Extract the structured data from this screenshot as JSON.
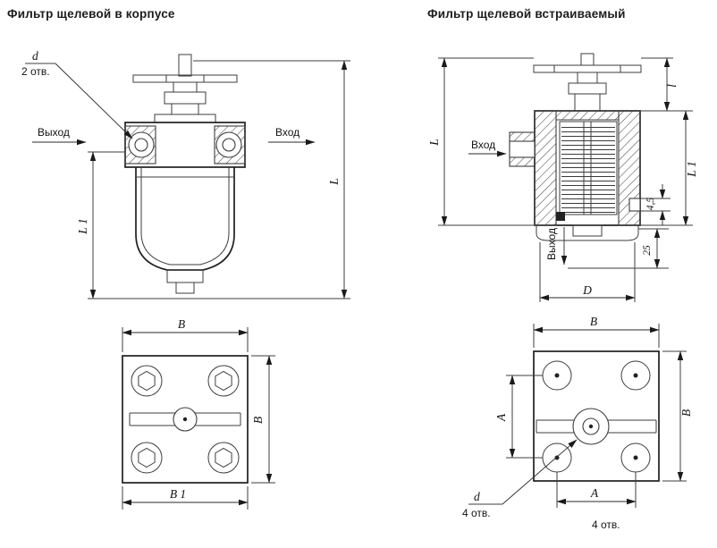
{
  "colors": {
    "background": "#ffffff",
    "ink": "#1f1f1f"
  },
  "titles": {
    "left": "Фильтр щелевой в корпусе",
    "right": "Фильтр щелевой встраиваемый"
  },
  "filter_in_housing": {
    "hole_dia_label": "d",
    "hole_count_note": "2 отв.",
    "outlet_label": "Выход",
    "inlet_label": "Вход",
    "dim_total_height": "L",
    "dim_partial_height": "L 1"
  },
  "filter_cartridge": {
    "inlet_label": "Вход",
    "outlet_label": "Выход",
    "dim_total_height": "L",
    "dim_handle_height": "l",
    "dim_partial_height": "L 1",
    "dim_groove": "4,5",
    "dim_spigot": "25",
    "dim_diameter": "D"
  },
  "flange_housing": {
    "dim_width_top": "B",
    "dim_height_right": "B",
    "dim_width_bottom": "B 1"
  },
  "flange_cartridge": {
    "dim_width_top": "B",
    "dim_bolt_span_left": "A",
    "dim_height_right": "B",
    "dim_bolt_span_bottom": "A",
    "hole_dia_label": "d",
    "hole_count_note": "4 отв.",
    "hole_count_note_extra": "4 отв."
  }
}
